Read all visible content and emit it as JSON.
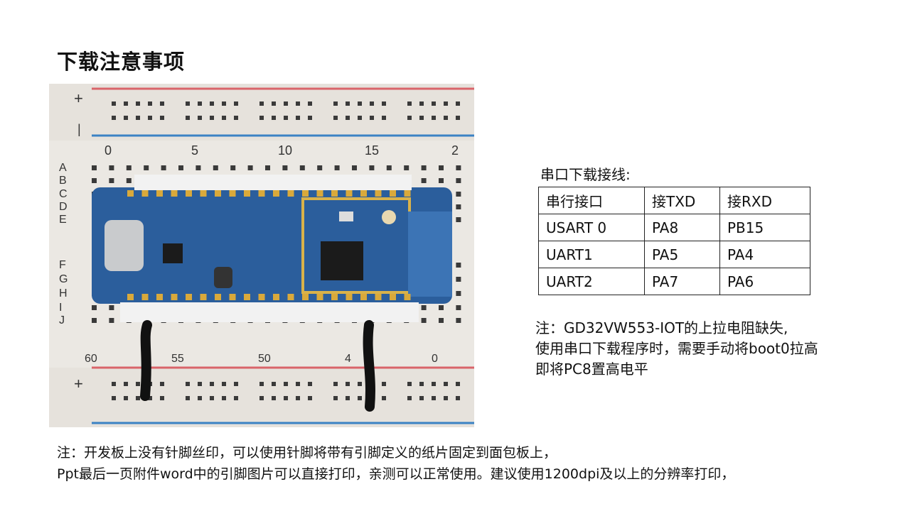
{
  "title": "下载注意事项",
  "photo": {
    "column_numbers_top": [
      "0",
      "5",
      "10",
      "15",
      "2"
    ],
    "column_numbers_bottom": [
      "60",
      "55",
      "50",
      "4",
      "0"
    ],
    "row_letters": [
      "A",
      "B",
      "C",
      "D",
      "E",
      "F",
      "G",
      "H",
      "I",
      "J"
    ],
    "plus_sign": "+",
    "minus_sign": "|"
  },
  "wiring": {
    "caption": "串口下载接线:",
    "headers": [
      "串行接口",
      "接TXD",
      "接RXD"
    ],
    "rows": [
      [
        "USART 0",
        "PA8",
        "PB15"
      ],
      [
        "UART1",
        "PA5",
        "PA4"
      ],
      [
        "UART2",
        "PA7",
        "PA6"
      ]
    ]
  },
  "note": {
    "lines": [
      "注：GD32VW553-IOT的上拉电阻缺失,",
      "使用串口下载程序时，需要手动将boot0拉高",
      "即将PC8置高电平"
    ]
  },
  "bottom_note": {
    "lines": [
      "注：开发板上没有针脚丝印，可以使用针脚将带有引脚定义的纸片固定到面包板上，",
      "Ppt最后一页附件word中的引脚图片可以直接打印，亲测可以正常使用。建议使用1200dpi及以上的分辨率打印，"
    ]
  }
}
